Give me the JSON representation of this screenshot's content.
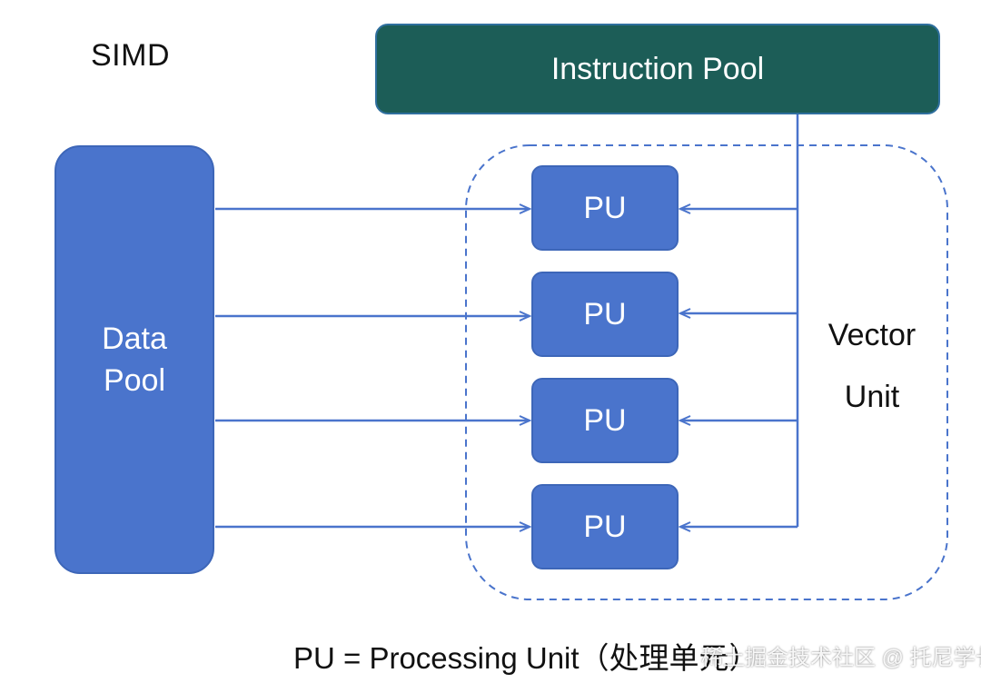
{
  "title": "SIMD",
  "instruction_pool": {
    "label": "Instruction Pool",
    "color": "#1c5d57"
  },
  "data_pool": {
    "line1": "Data",
    "line2": "Pool",
    "color": "#4a74cc"
  },
  "processing_units": [
    {
      "label": "PU"
    },
    {
      "label": "PU"
    },
    {
      "label": "PU"
    },
    {
      "label": "PU"
    }
  ],
  "vector_unit": {
    "line1": "Vector",
    "line2": "Unit"
  },
  "footnote": "PU = Processing Unit（处理单元）",
  "watermark": "稀土掘金技术社区 @ 托尼学长",
  "colors": {
    "arrow": "#4a74cc",
    "dashed_border": "#4a74cc",
    "unit_fill": "#4a74cc"
  }
}
